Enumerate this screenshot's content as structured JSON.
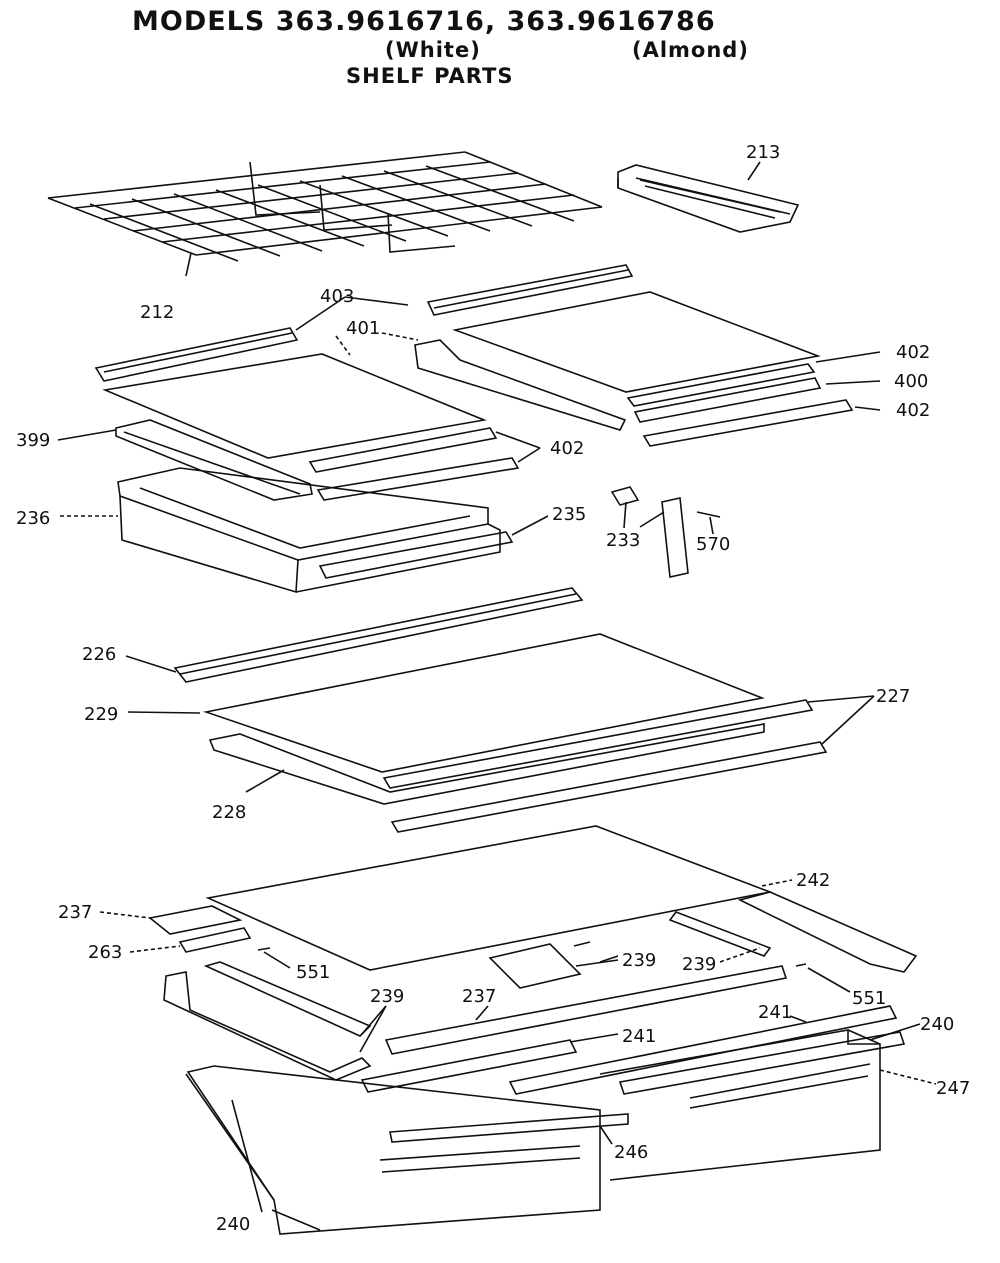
{
  "header": {
    "title": "MODELS 363.9616716, 363.9616786",
    "variant_white": "(White)",
    "variant_almond": "(Almond)",
    "subtitle": "SHELF PARTS"
  },
  "callouts": {
    "c212": "212",
    "c213": "213",
    "c403": "403",
    "c401": "401",
    "c402a": "402",
    "c400": "400",
    "c402b": "402",
    "c399": "399",
    "c402c": "402",
    "c236": "236",
    "c235": "235",
    "c233": "233",
    "c570": "570",
    "c226": "226",
    "c229": "229",
    "c227": "227",
    "c228": "228",
    "c242": "242",
    "c237a": "237",
    "c263": "263",
    "c551a": "551",
    "c239a": "239",
    "c239b": "239",
    "c551b": "551",
    "c239c": "239",
    "c237b": "237",
    "c241a": "241",
    "c241b": "241",
    "c240a": "240",
    "c247": "247",
    "c246": "246",
    "c240b": "240"
  }
}
